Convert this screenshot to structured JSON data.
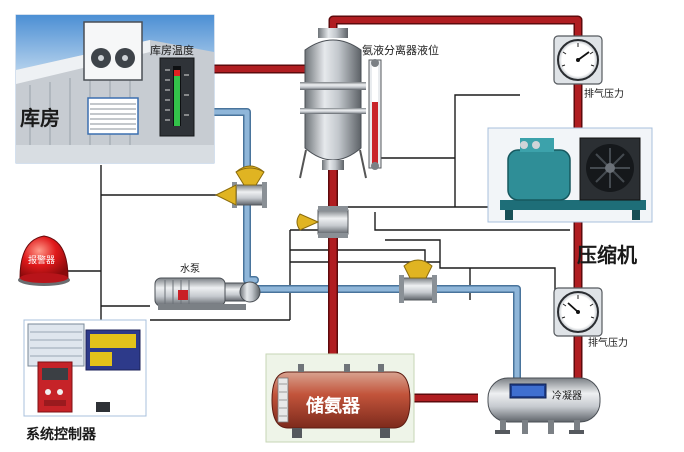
{
  "labels": {
    "warehouse": "库房",
    "warehouse_temp": "库房温度",
    "separator_level": "氨液分离器液位",
    "exhaust_pressure": "排气压力",
    "compressor": "压缩机",
    "suction_pressure": "排气压力",
    "water_pump": "水泵",
    "alarm": "报警器",
    "ammonia_tank": "储氨器",
    "condenser": "冷凝器",
    "control_system": "系统控制器"
  },
  "colors": {
    "refrigerant_pipe": "#a3171a",
    "water_pipe": "#7fa7cc",
    "signal_line": "#1c1c1c",
    "label_text": "#1a1a1a",
    "panel_border": "#a8c0dc"
  }
}
